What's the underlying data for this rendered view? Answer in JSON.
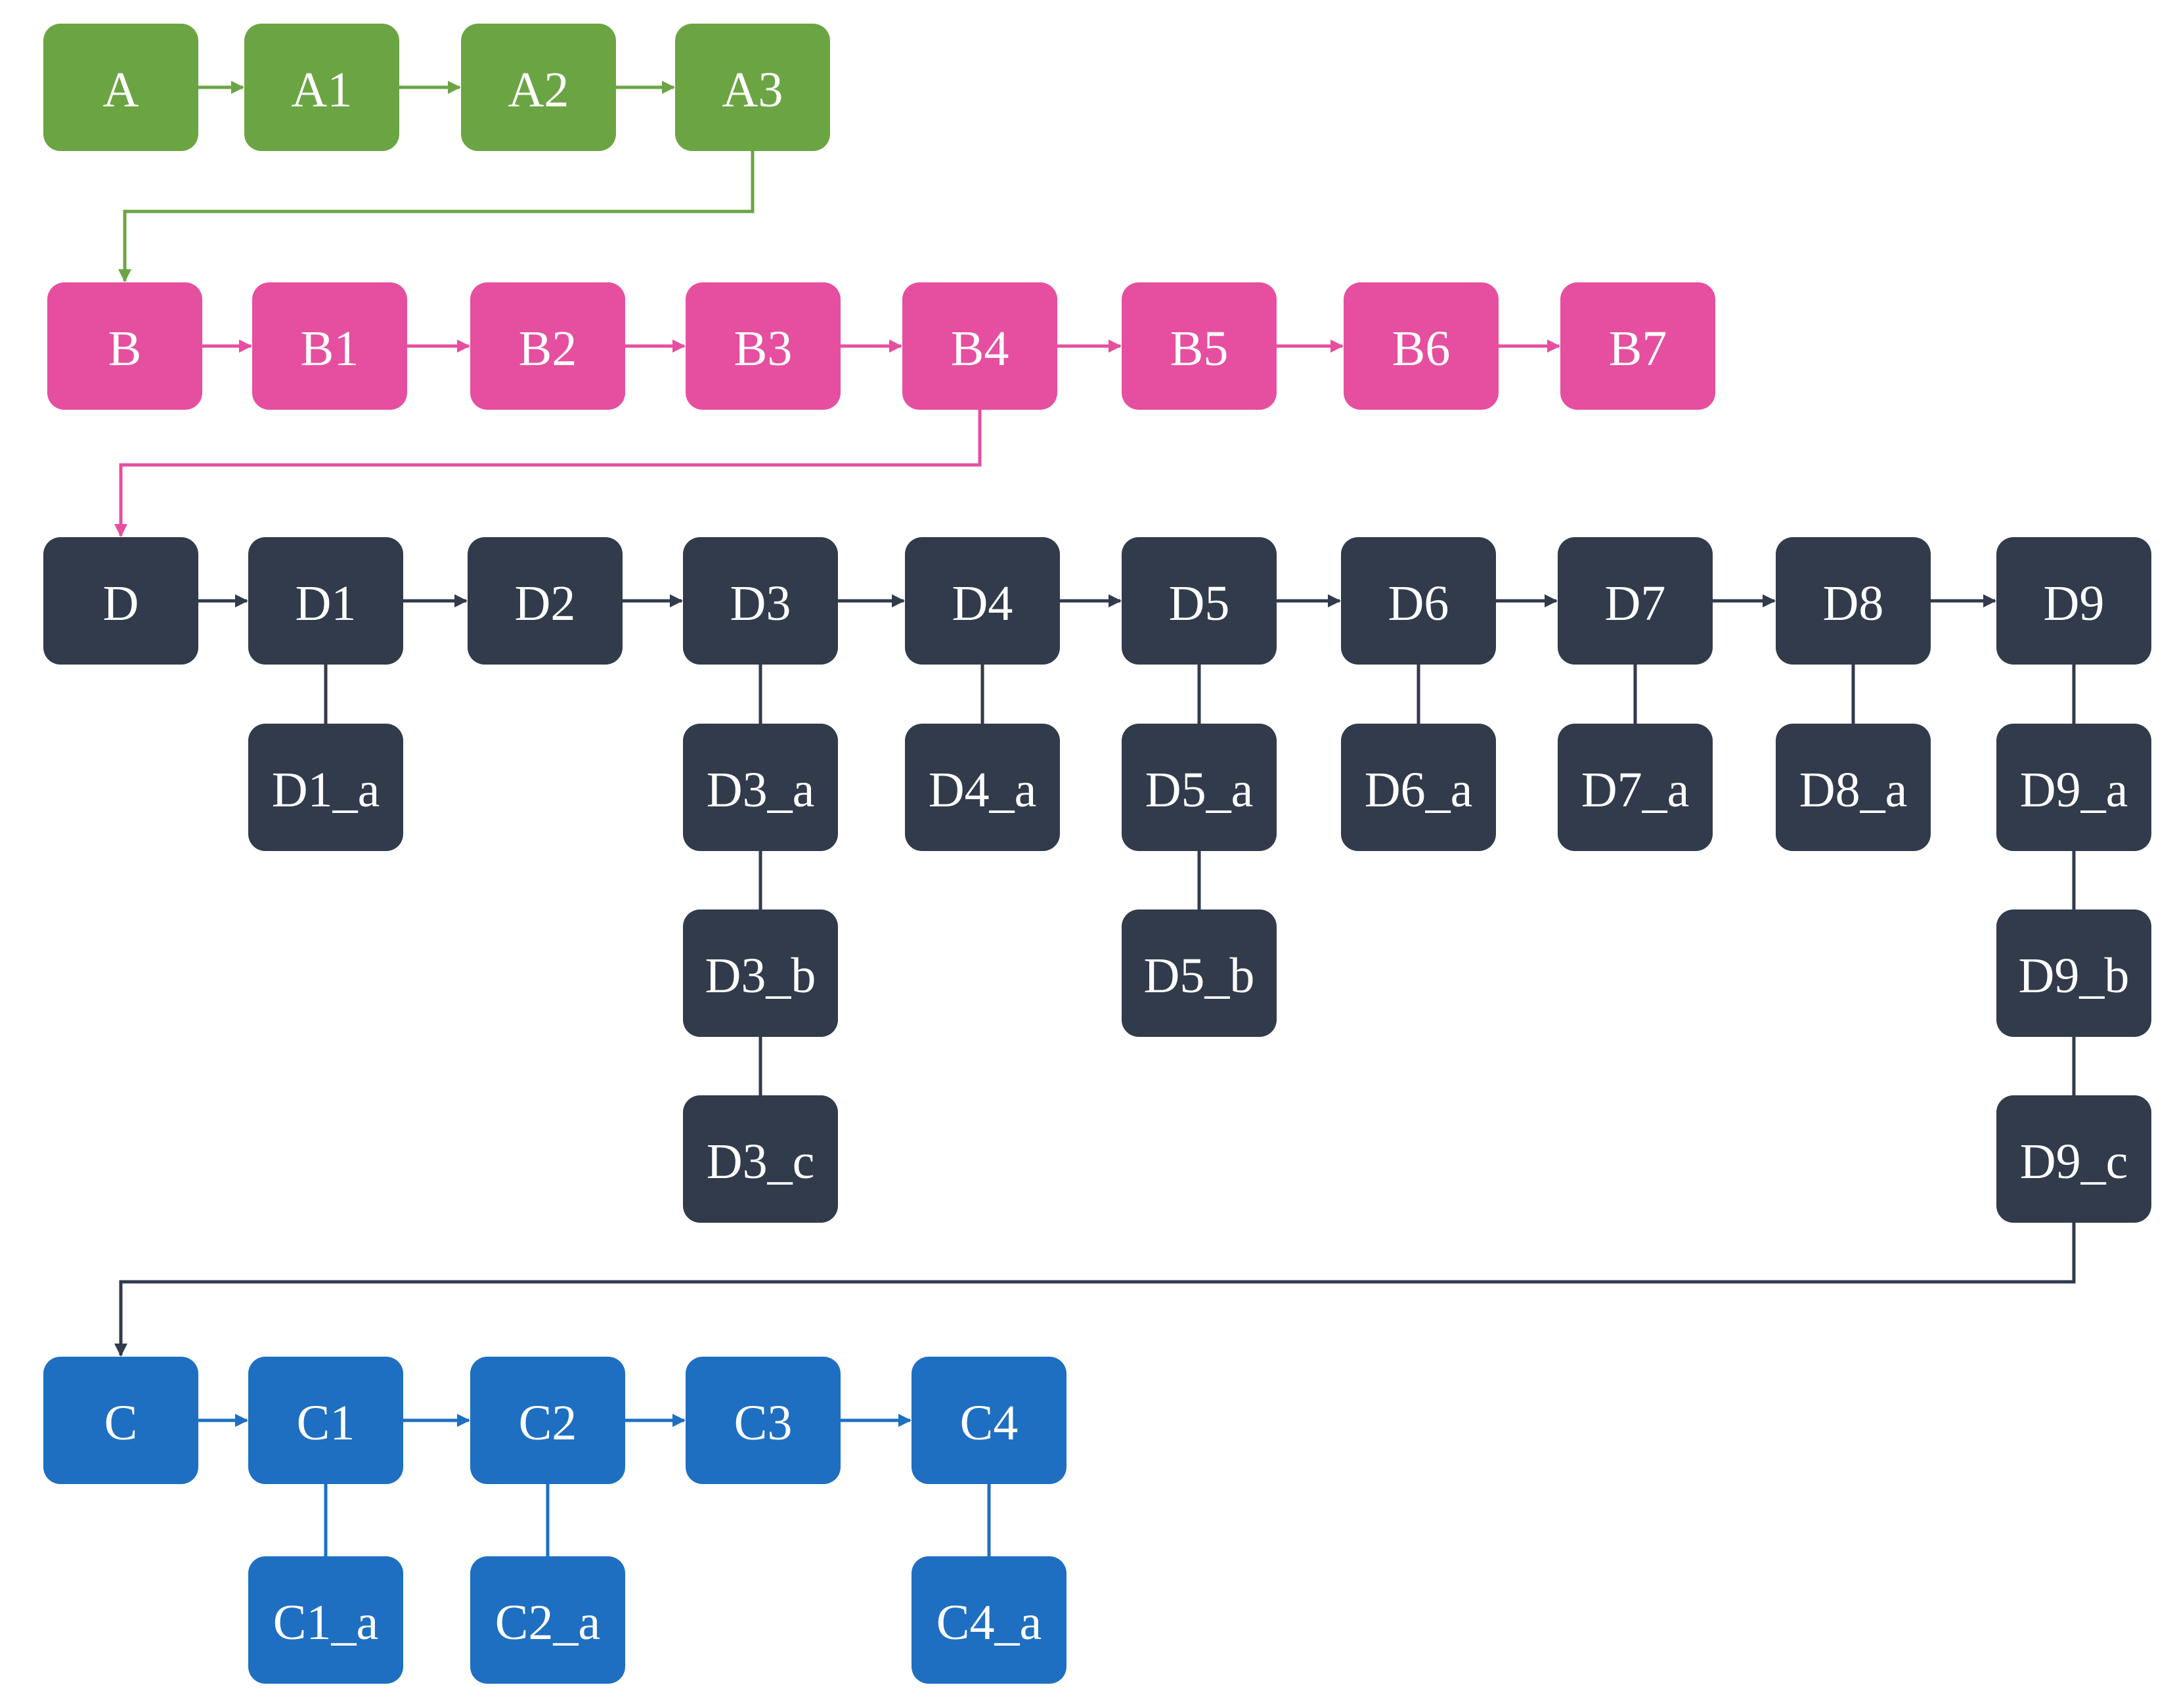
{
  "colors": {
    "group_a": "#6ba543",
    "group_b": "#e64f9f",
    "group_d": "#323b4c",
    "group_c": "#1e6fc1",
    "background": "#ffffff"
  },
  "groups": {
    "a": {
      "nodes": [
        {
          "id": "A",
          "label": "A"
        },
        {
          "id": "A1",
          "label": "A1"
        },
        {
          "id": "A2",
          "label": "A2"
        },
        {
          "id": "A3",
          "label": "A3"
        }
      ]
    },
    "b": {
      "nodes": [
        {
          "id": "B",
          "label": "B"
        },
        {
          "id": "B1",
          "label": "B1"
        },
        {
          "id": "B2",
          "label": "B2"
        },
        {
          "id": "B3",
          "label": "B3"
        },
        {
          "id": "B4",
          "label": "B4"
        },
        {
          "id": "B5",
          "label": "B5"
        },
        {
          "id": "B6",
          "label": "B6"
        },
        {
          "id": "B7",
          "label": "B7"
        }
      ]
    },
    "d": {
      "nodes": [
        {
          "id": "D",
          "label": "D"
        },
        {
          "id": "D1",
          "label": "D1",
          "children": [
            "D1_a"
          ]
        },
        {
          "id": "D2",
          "label": "D2"
        },
        {
          "id": "D3",
          "label": "D3",
          "children": [
            "D3_a",
            "D3_b",
            "D3_c"
          ]
        },
        {
          "id": "D4",
          "label": "D4",
          "children": [
            "D4_a"
          ]
        },
        {
          "id": "D5",
          "label": "D5",
          "children": [
            "D5_a",
            "D5_b"
          ]
        },
        {
          "id": "D6",
          "label": "D6",
          "children": [
            "D6_a"
          ]
        },
        {
          "id": "D7",
          "label": "D7",
          "children": [
            "D7_a"
          ]
        },
        {
          "id": "D8",
          "label": "D8",
          "children": [
            "D8_a"
          ]
        },
        {
          "id": "D9",
          "label": "D9",
          "children": [
            "D9_a",
            "D9_b",
            "D9_c"
          ]
        }
      ]
    },
    "c": {
      "nodes": [
        {
          "id": "C",
          "label": "C"
        },
        {
          "id": "C1",
          "label": "C1",
          "children": [
            "C1_a"
          ]
        },
        {
          "id": "C2",
          "label": "C2",
          "children": [
            "C2_a"
          ]
        },
        {
          "id": "C3",
          "label": "C3"
        },
        {
          "id": "C4",
          "label": "C4",
          "children": [
            "C4_a"
          ]
        }
      ]
    }
  },
  "connectors": [
    {
      "from": "A3",
      "to": "B"
    },
    {
      "from": "B4",
      "to": "D"
    },
    {
      "from": "D9_c",
      "to": "C"
    }
  ]
}
